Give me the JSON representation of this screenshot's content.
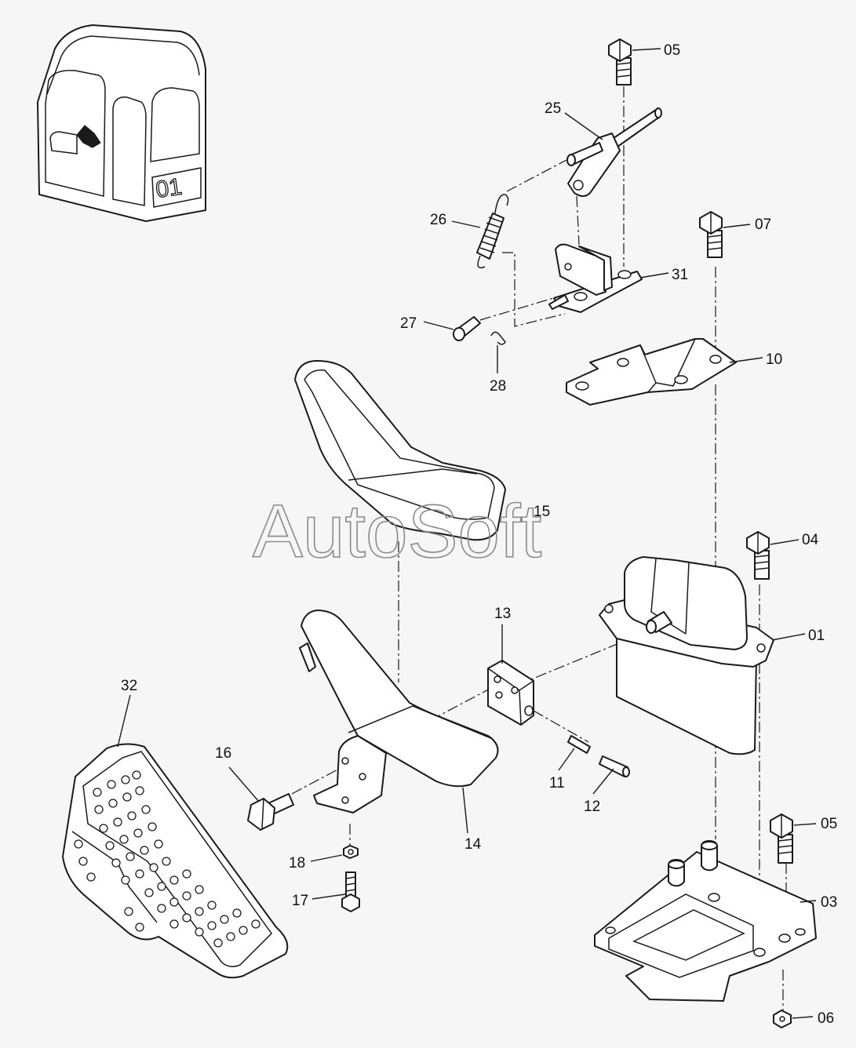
{
  "watermark": "AutoSoft",
  "cab_badge": "01",
  "labels": {
    "p01": "01",
    "p03": "03",
    "p04": "04",
    "p05a": "05",
    "p05b": "05",
    "p06": "06",
    "p07": "07",
    "p10": "10",
    "p11": "11",
    "p12": "12",
    "p13": "13",
    "p14": "14",
    "p15": "15",
    "p16": "16",
    "p17": "17",
    "p18": "18",
    "p25": "25",
    "p26": "26",
    "p27": "27",
    "p28": "28",
    "p31": "31",
    "p32": "32"
  },
  "colors": {
    "background": "#f6f6f6",
    "line": "#1a1a1a",
    "watermark": "#8a8a8a"
  }
}
